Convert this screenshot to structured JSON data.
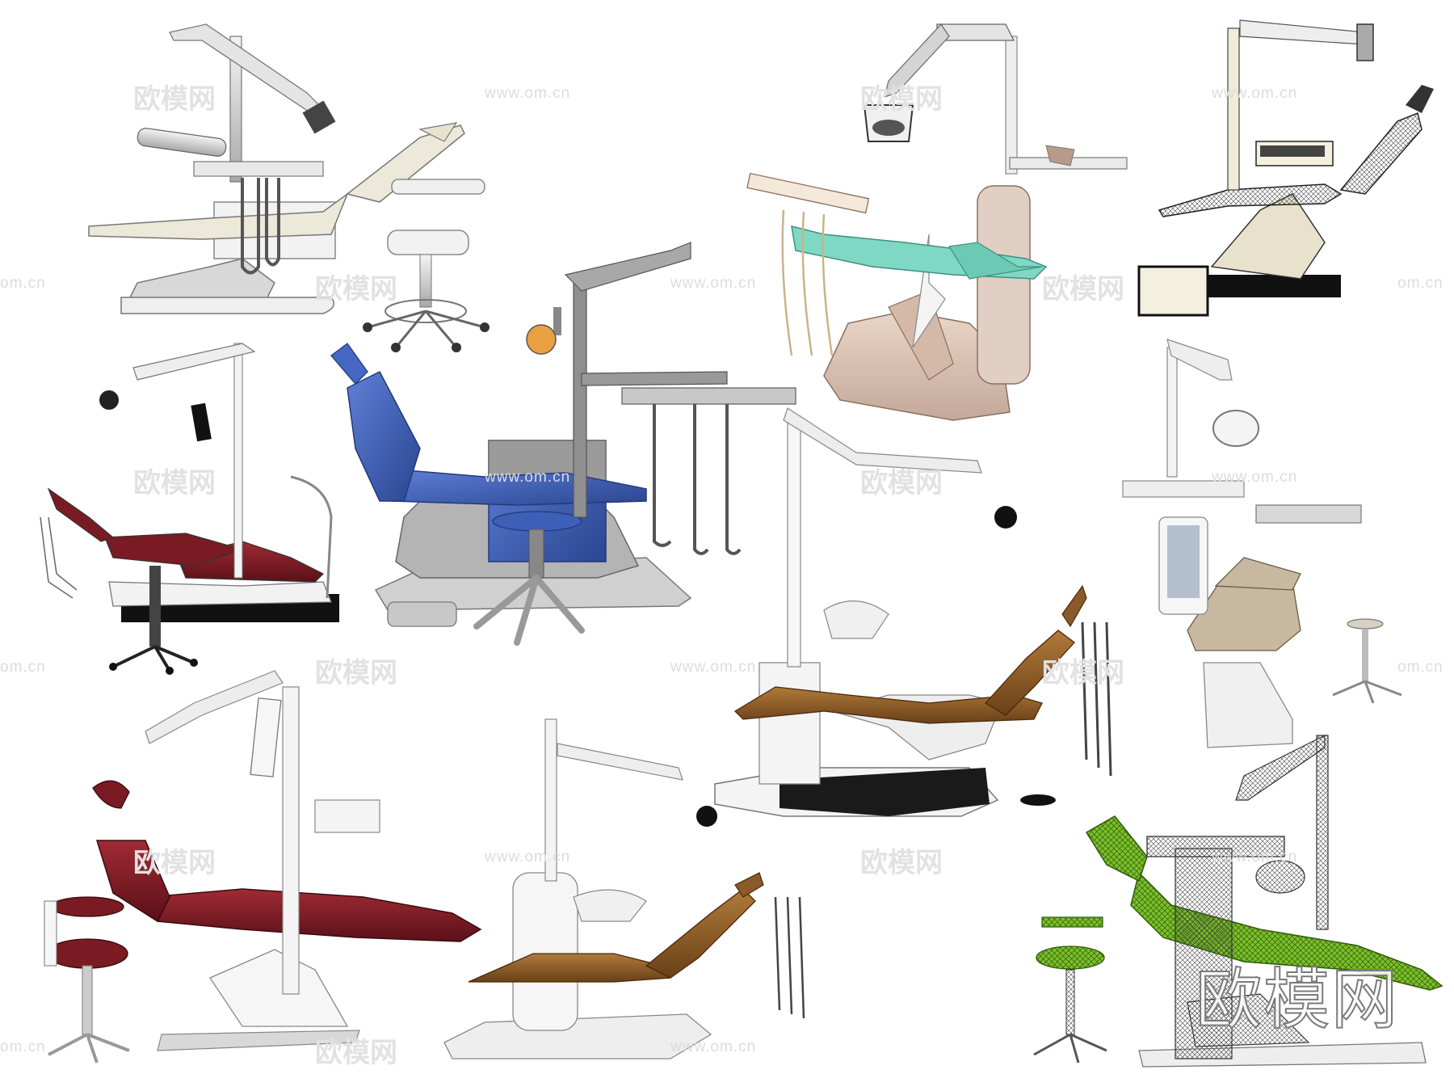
{
  "image": {
    "description_free": true,
    "colors": {
      "background": "#ffffff",
      "chair_cream": "#ece8da",
      "chair_blue": "#3d5fb8",
      "chair_mint": "#7fd8c4",
      "chair_beige": "#dcc4b4",
      "chair_maroon": "#7a1a22",
      "chair_brown": "#8a5a2a",
      "chair_taupe": "#c8b8a0",
      "chair_green": "#5a9a1a",
      "chair_darkgray": "#5a5a5a",
      "metal": "#c8c8c8",
      "steel_dark": "#6e6e6e"
    }
  },
  "watermarks": {
    "cn": "欧模网",
    "url": "www.om.cn",
    "url_edge": "om.cn",
    "big": "欧模网"
  },
  "objects": [
    {
      "name": "dental-chair-cream",
      "color": "chair_cream"
    },
    {
      "name": "operator-stool-white",
      "color": "chair_cream"
    },
    {
      "name": "dental-chair-mint",
      "color": "chair_mint"
    },
    {
      "name": "dental-chair-darkgray",
      "color": "chair_darkgray"
    },
    {
      "name": "dental-chair-blue",
      "color": "chair_blue"
    },
    {
      "name": "dental-chair-maroon-small",
      "color": "chair_maroon"
    },
    {
      "name": "dental-chair-brown-large",
      "color": "chair_brown"
    },
    {
      "name": "dental-chair-taupe",
      "color": "chair_taupe"
    },
    {
      "name": "dental-chair-maroon-large",
      "color": "chair_maroon"
    },
    {
      "name": "dental-chair-brown-small",
      "color": "chair_brown"
    },
    {
      "name": "dental-chair-green-wireframe",
      "color": "chair_green"
    }
  ]
}
